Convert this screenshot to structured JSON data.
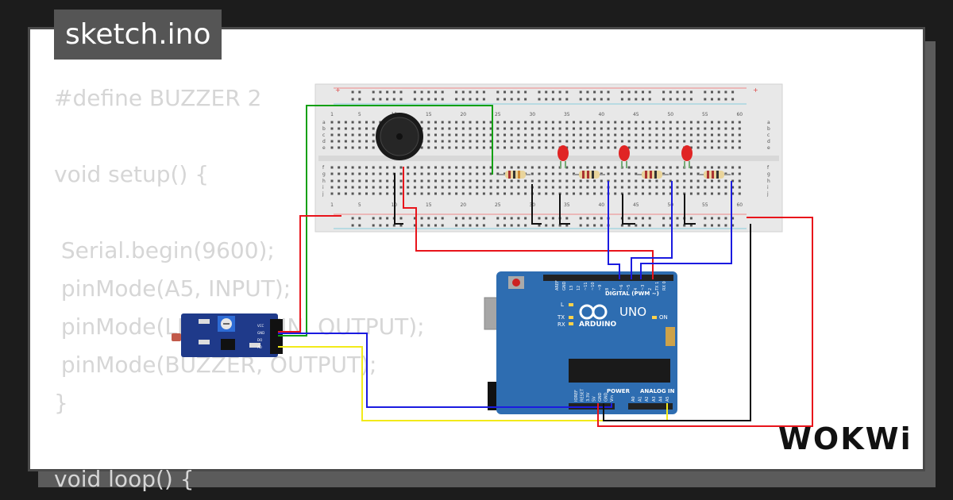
{
  "title": "sketch.ino",
  "code_lines": [
    "#define BUZZER 2",
    "",
    "void setup() {",
    "",
    " Serial.begin(9600);",
    " pinMode(A5, INPUT);",
    " pinMode(LED_BUILTIN, OUTPUT);",
    " pinMode(BUZZER, OUTPUT);",
    "}",
    "",
    "void loop() {"
  ],
  "breadboard": {
    "column_numbers": [
      "1",
      "5",
      "10",
      "15",
      "20",
      "25",
      "30",
      "35",
      "40",
      "45",
      "50",
      "55",
      "60"
    ],
    "row_letters_top": [
      "a",
      "b",
      "c",
      "d",
      "e"
    ],
    "row_letters_bottom": [
      "f",
      "g",
      "h",
      "i",
      "j"
    ],
    "rail_plus": "+",
    "rail_minus": "-"
  },
  "arduino": {
    "brand": "ARDUINO",
    "model": "UNO",
    "digital_label": "DIGITAL (PWM ~)",
    "power_label": "POWER",
    "analog_label": "ANALOG IN",
    "on_label": "ON",
    "l_label": "L",
    "tx_label": "TX",
    "rx_label": "RX",
    "digital_pins": [
      "AREF",
      "GND",
      "13",
      "12",
      "~11",
      "~10",
      "~9",
      "8",
      "7",
      "~6",
      "~5",
      "4",
      "~3",
      "2",
      "TX 1",
      "RX 0"
    ],
    "power_pins": [
      "IOREF",
      "RESET",
      "3.3V",
      "5V",
      "GND",
      "GND",
      "Vin"
    ],
    "analog_pins": [
      "A0",
      "A1",
      "A2",
      "A3",
      "A4",
      "A5"
    ]
  },
  "sensor_module": {
    "pins": [
      "VCC",
      "GND",
      "DO",
      "AO"
    ]
  },
  "logo": "WOKWi",
  "colors": {
    "wire_red": "#e8141b",
    "wire_green": "#12a012",
    "wire_blue": "#1b1be0",
    "wire_yellow": "#f2ea1a",
    "wire_black": "#111111",
    "board_blue": "#2e6db1",
    "led_red": "#e02424"
  },
  "icons": [
    "buzzer-icon",
    "led-icon",
    "resistor-icon",
    "arduino-infinity-icon",
    "potentiometer-icon"
  ]
}
